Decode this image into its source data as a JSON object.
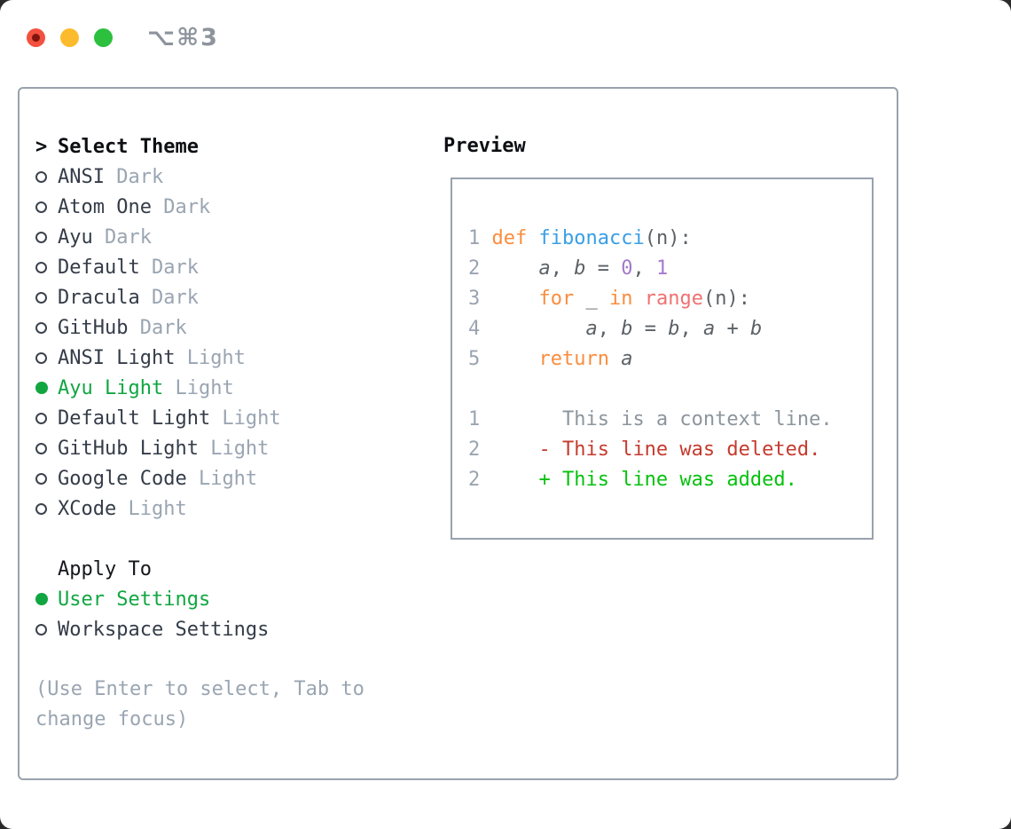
{
  "window": {
    "title": "⌥⌘3",
    "traffic_lights": [
      "close",
      "minimize",
      "zoom"
    ]
  },
  "colors": {
    "accent_green": "#11a642",
    "diff_added": "#06c10e",
    "diff_removed": "#c53b2e",
    "syntax_keyword": "#fa8d3e",
    "syntax_function": "#399ee6",
    "syntax_builtin": "#f07171",
    "syntax_literal": "#a37acc",
    "syntax_plain": "#5c6166",
    "muted_text": "#9aa5b2",
    "panel_border": "#99a2ad",
    "close_red": "#f4503f",
    "minimize_yellow": "#fcbb2d",
    "zoom_green": "#2dc03f"
  },
  "theme_list": {
    "prompt": ">",
    "header": "Select Theme",
    "items": [
      {
        "name": "ANSI",
        "variant": "Dark",
        "selected": false
      },
      {
        "name": "Atom One",
        "variant": "Dark",
        "selected": false
      },
      {
        "name": "Ayu",
        "variant": "Dark",
        "selected": false
      },
      {
        "name": "Default",
        "variant": "Dark",
        "selected": false
      },
      {
        "name": "Dracula",
        "variant": "Dark",
        "selected": false
      },
      {
        "name": "GitHub",
        "variant": "Dark",
        "selected": false
      },
      {
        "name": "ANSI Light",
        "variant": "Light",
        "selected": false
      },
      {
        "name": "Ayu Light",
        "variant": "Light",
        "selected": true
      },
      {
        "name": "Default Light",
        "variant": "Light",
        "selected": false
      },
      {
        "name": "GitHub Light",
        "variant": "Light",
        "selected": false
      },
      {
        "name": "Google Code",
        "variant": "Light",
        "selected": false
      },
      {
        "name": "XCode",
        "variant": "Light",
        "selected": false
      }
    ]
  },
  "apply_to": {
    "header": "Apply To",
    "options": [
      {
        "label": "User Settings",
        "selected": true
      },
      {
        "label": "Workspace Settings",
        "selected": false
      }
    ]
  },
  "help_text": "(Use Enter to select, Tab to change focus)",
  "preview": {
    "header": "Preview",
    "code_lines": [
      {
        "num": "1",
        "tokens": [
          {
            "text": "def ",
            "style": "kw"
          },
          {
            "text": "fibonacci",
            "style": "fn"
          },
          {
            "text": "(n):",
            "style": "plain"
          }
        ]
      },
      {
        "num": "2",
        "tokens": [
          {
            "text": "    ",
            "style": "plain"
          },
          {
            "text": "a",
            "style": "var"
          },
          {
            "text": ", ",
            "style": "plain"
          },
          {
            "text": "b",
            "style": "var"
          },
          {
            "text": " = ",
            "style": "plain"
          },
          {
            "text": "0",
            "style": "lit"
          },
          {
            "text": ", ",
            "style": "plain"
          },
          {
            "text": "1",
            "style": "lit"
          }
        ]
      },
      {
        "num": "3",
        "tokens": [
          {
            "text": "    ",
            "style": "plain"
          },
          {
            "text": "for",
            "style": "kw"
          },
          {
            "text": " _ ",
            "style": "plain"
          },
          {
            "text": "in",
            "style": "kw"
          },
          {
            "text": " ",
            "style": "plain"
          },
          {
            "text": "range",
            "style": "builtin"
          },
          {
            "text": "(n):",
            "style": "plain"
          }
        ]
      },
      {
        "num": "4",
        "tokens": [
          {
            "text": "        ",
            "style": "plain"
          },
          {
            "text": "a",
            "style": "var"
          },
          {
            "text": ", ",
            "style": "plain"
          },
          {
            "text": "b",
            "style": "var"
          },
          {
            "text": " = ",
            "style": "plain"
          },
          {
            "text": "b",
            "style": "var"
          },
          {
            "text": ", ",
            "style": "plain"
          },
          {
            "text": "a",
            "style": "var"
          },
          {
            "text": " + ",
            "style": "plain"
          },
          {
            "text": "b",
            "style": "var"
          }
        ]
      },
      {
        "num": "5",
        "tokens": [
          {
            "text": "    ",
            "style": "plain"
          },
          {
            "text": "return",
            "style": "kw"
          },
          {
            "text": " ",
            "style": "plain"
          },
          {
            "text": "a",
            "style": "var"
          }
        ]
      }
    ],
    "diff_lines": [
      {
        "num": "1",
        "tokens": [
          {
            "text": "      This is a context line.",
            "style": "ctx"
          }
        ]
      },
      {
        "num": "2",
        "tokens": [
          {
            "text": "    - This line was deleted.",
            "style": "del"
          }
        ]
      },
      {
        "num": "2",
        "tokens": [
          {
            "text": "    + This line was added.",
            "style": "add"
          }
        ]
      }
    ]
  }
}
